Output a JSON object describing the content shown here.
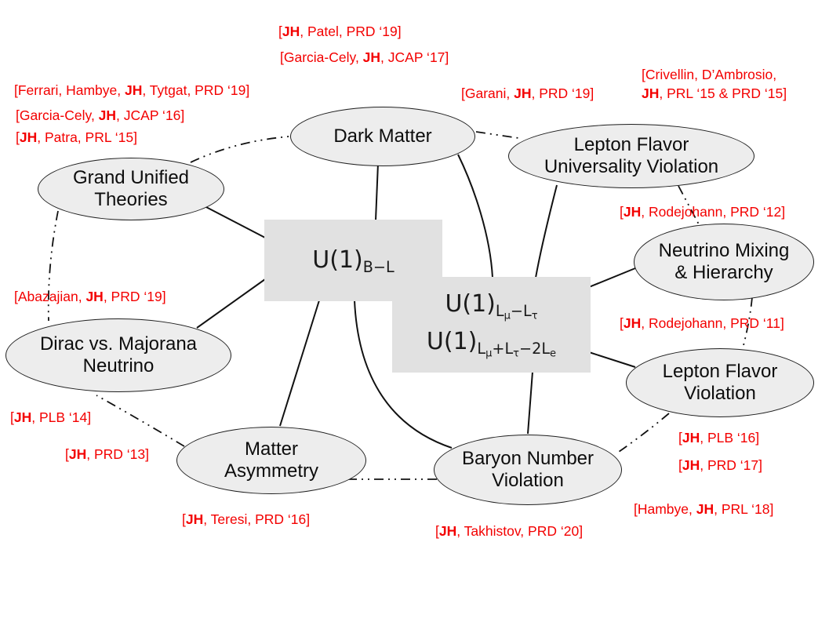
{
  "colors": {
    "citation_red": "#f30000",
    "node_fill": "#ededed",
    "box_fill": "#e1e1e1",
    "line_black": "#111111",
    "background": "#ffffff"
  },
  "boxes": {
    "b1": {
      "u": "U(1)",
      "sub": "B−L"
    },
    "b2a": {
      "u": "U(1)",
      "l1": "L",
      "s1": "μ",
      "op": "−",
      "l2": "L",
      "s2": "τ"
    },
    "b2b": {
      "u": "U(1)",
      "l1": "L",
      "s1": "μ",
      "op1": "+",
      "l2": "L",
      "s2": "τ",
      "op2": "−2",
      "l3": "L",
      "s3": "e"
    }
  },
  "nodes": {
    "dark_matter": {
      "line1": "Dark Matter",
      "line2": ""
    },
    "lfuv": {
      "line1": "Lepton Flavor",
      "line2": "Universality Violation"
    },
    "gut": {
      "line1": "Grand Unified",
      "line2": "Theories"
    },
    "nm": {
      "line1": "Neutrino Mixing",
      "line2": "& Hierarchy"
    },
    "dirac": {
      "line1": "Dirac vs. Majorana",
      "line2": "Neutrino"
    },
    "lfv": {
      "line1": "Lepton Flavor",
      "line2": "Violation"
    },
    "ma": {
      "line1": "Matter",
      "line2": "Asymmetry"
    },
    "bnv": {
      "line1": "Baryon Number",
      "line2": "Violation"
    }
  },
  "citations": {
    "patel": {
      "pre": "[",
      "jh": "JH",
      "post": ", Patel, PRD ‘19]"
    },
    "gc17": {
      "pre": "[Garcia-Cely, ",
      "jh": "JH",
      "post": ", JCAP ‘17]"
    },
    "ferrari": {
      "pre": "[Ferrari, Hambye, ",
      "jh": "JH",
      "post": ", Tytgat, PRD ‘19]"
    },
    "gc16": {
      "pre": "[Garcia-Cely, ",
      "jh": "JH",
      "post": ", JCAP ‘16]"
    },
    "patra": {
      "pre": "[",
      "jh": "JH",
      "post": ", Patra, PRL ‘15]"
    },
    "garani": {
      "pre": "[Garani, ",
      "jh": "JH",
      "post": ", PRD ‘19]"
    },
    "criv1": {
      "pre": "[Crivellin, D’Ambrosio,",
      "jh": "",
      "post": ""
    },
    "criv2": {
      "pre": "",
      "jh": "JH",
      "post": ", PRL ‘15 & PRD ‘15]"
    },
    "rode12": {
      "pre": "[",
      "jh": "JH",
      "post": ", Rodejohann, PRD ‘12]"
    },
    "rode11": {
      "pre": "[",
      "jh": "JH",
      "post": ", Rodejohann, PRD ‘11]"
    },
    "plb16": {
      "pre": "[",
      "jh": "JH",
      "post": ", PLB ‘16]"
    },
    "prd17": {
      "pre": "[",
      "jh": "JH",
      "post": ", PRD ‘17]"
    },
    "hambye18": {
      "pre": "[Hambye, ",
      "jh": "JH",
      "post": ", PRL ‘18]"
    },
    "abaz": {
      "pre": "[Abazajian, ",
      "jh": "JH",
      "post": ", PRD ‘19]"
    },
    "plb14": {
      "pre": "[",
      "jh": "JH",
      "post": ", PLB ‘14]"
    },
    "prd13": {
      "pre": "[",
      "jh": "JH",
      "post": ", PRD ‘13]"
    },
    "teresi": {
      "pre": "[",
      "jh": "JH",
      "post": ", Teresi, PRD ‘16]"
    },
    "takh": {
      "pre": "[",
      "jh": "JH",
      "post": ", Takhistov, PRD ‘20]"
    }
  }
}
